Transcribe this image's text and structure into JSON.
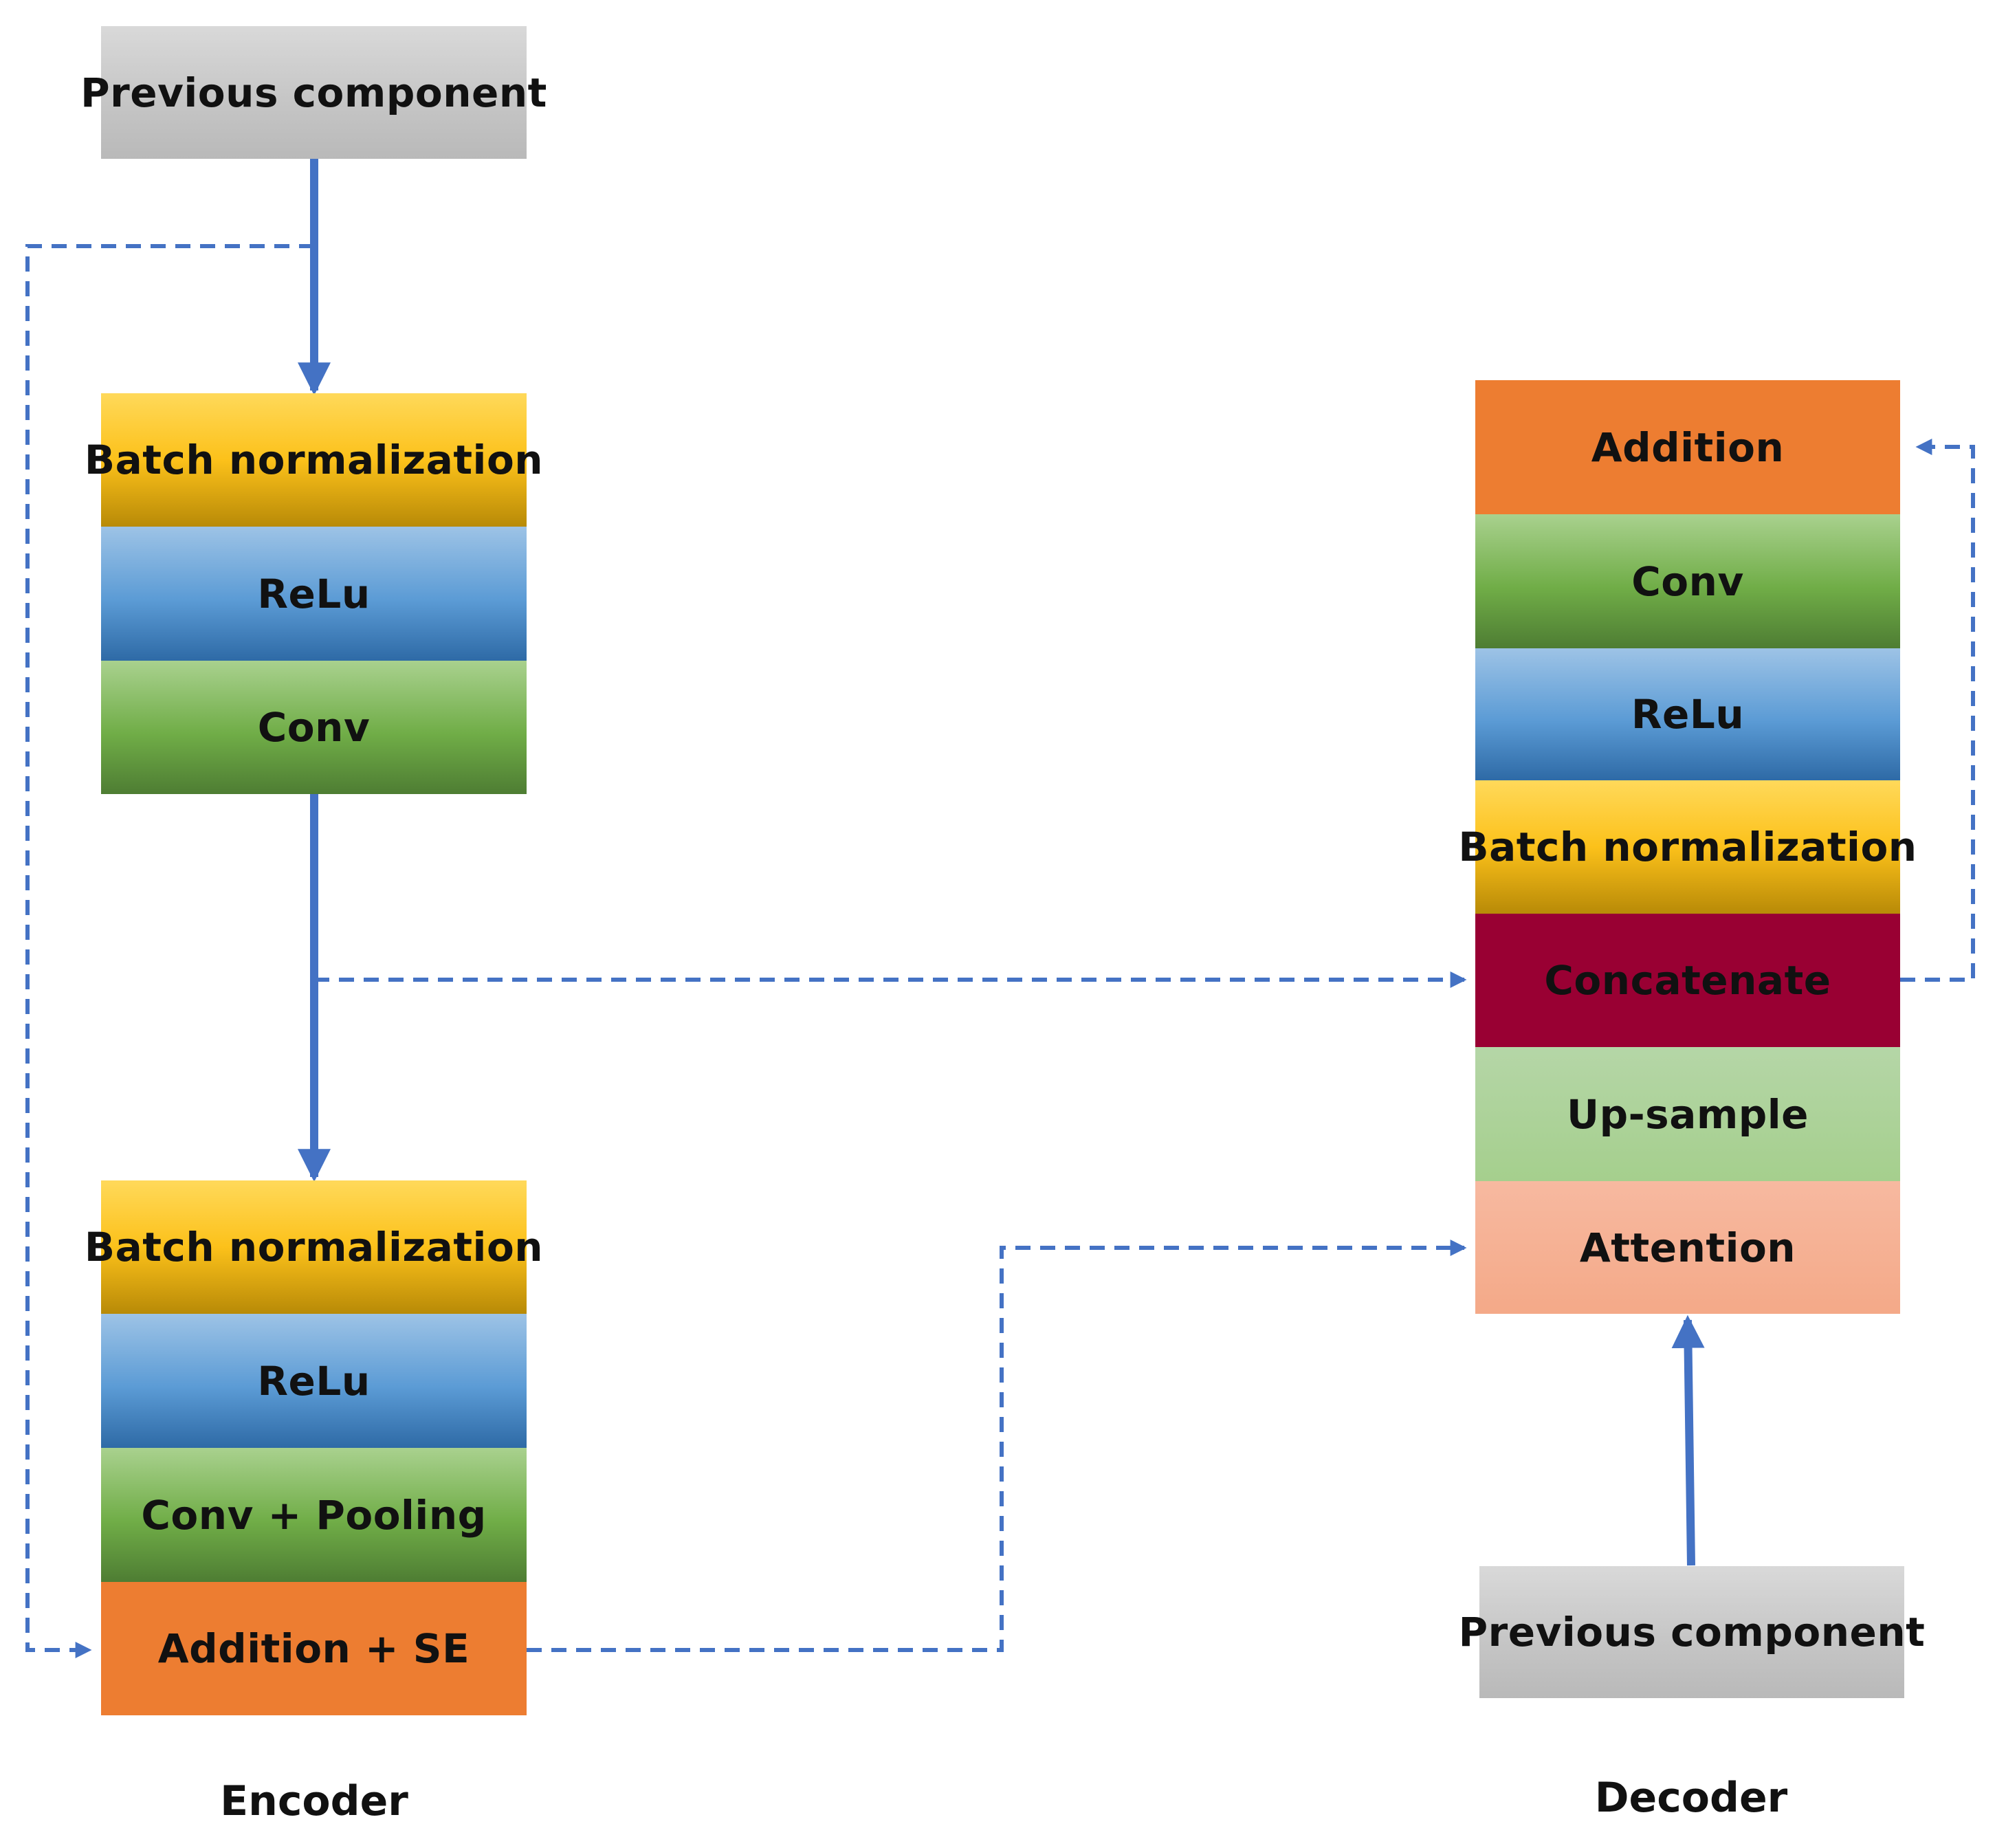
{
  "encoder": {
    "previous": "Previous component",
    "block1": [
      "Batch normalization",
      "ReLu",
      "Conv"
    ],
    "block2": [
      "Batch normalization",
      "ReLu",
      "Conv + Pooling",
      "Addition + SE"
    ],
    "caption": "Encoder"
  },
  "decoder": {
    "stack": [
      "Addition",
      "Conv",
      "ReLu",
      "Batch normalization",
      "Concatenate",
      "Up-sample",
      "Attention"
    ],
    "previous": "Previous component",
    "caption": "Decoder"
  },
  "colors": {
    "arrow": "#4472c4",
    "previous": "#c6c6c6",
    "batch_norm": "#fcc11a",
    "relu": "#5b9bd5",
    "conv": "#70ad47",
    "addition": "#ed7d31",
    "concatenate": "#990033",
    "up_sample": "#a5cf8d",
    "attention": "#f4a988"
  }
}
